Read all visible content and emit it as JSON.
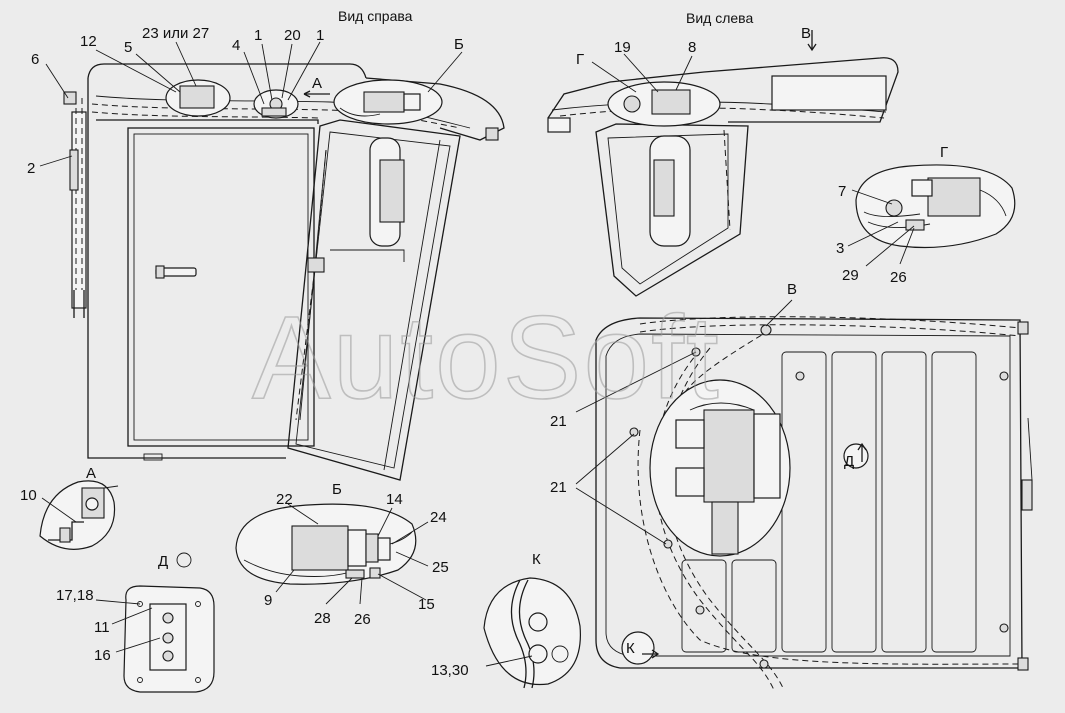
{
  "views": {
    "right": "Вид справа",
    "left": "Вид слева"
  },
  "sections": {
    "a": "А",
    "b": "Б",
    "v": "В",
    "g": "Г",
    "d": "Д",
    "k": "К"
  },
  "callouts": {
    "c1": "1",
    "c2": "2",
    "c3": "3",
    "c4": "4",
    "c5": "5",
    "c6": "6",
    "c7": "7",
    "c8": "8",
    "c9": "9",
    "c10": "10",
    "c11": "11",
    "c12": "12",
    "c13_30": "13,30",
    "c14": "14",
    "c15": "15",
    "c16": "16",
    "c17_18": "17,18",
    "c19": "19",
    "c20": "20",
    "c21": "21",
    "c22": "22",
    "c23_27": "23 или 27",
    "c24": "24",
    "c25": "25",
    "c26": "26",
    "c28": "28",
    "c29": "29"
  },
  "watermark": "AutoSoft"
}
